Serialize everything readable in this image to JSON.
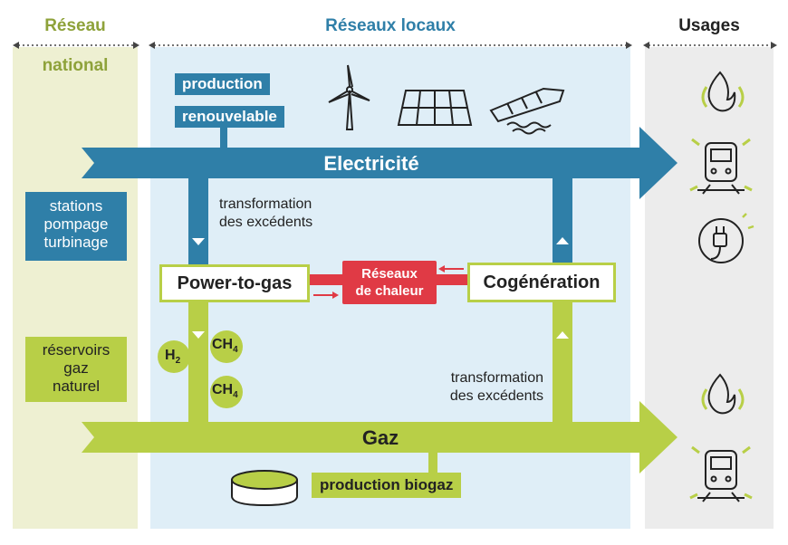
{
  "columns": {
    "national_line1": "Réseau",
    "national_line2": "national",
    "local": "Réseaux locaux",
    "usages": "Usages"
  },
  "electricity": {
    "label": "Electricité"
  },
  "gas": {
    "label": "Gaz"
  },
  "renewable": {
    "line1": "production",
    "line2": "renouvelable"
  },
  "storage_pumping": {
    "line1": "stations",
    "line2": "pompage",
    "line3": "turbinage"
  },
  "gas_reservoirs": {
    "line1": "réservoirs",
    "line2": "gaz",
    "line3": "naturel"
  },
  "excess_top": {
    "line1": "transformation",
    "line2": "des excédents"
  },
  "excess_bottom": {
    "line1": "transformation",
    "line2": "des excédents"
  },
  "power_to_gas": "Power-to-gas",
  "heat_networks": {
    "line1": "Réseaux",
    "line2": "de chaleur"
  },
  "cogeneration": "Cogénération",
  "molecules": {
    "h2": "H",
    "h2_sub": "2",
    "ch4_a": "CH",
    "ch4_a_sub": "4",
    "ch4_b": "CH",
    "ch4_b_sub": "4"
  },
  "biogas": {
    "label": "production biogaz"
  },
  "icons": [
    "wind-turbine-icon",
    "solar-panel-icon",
    "wave-energy-icon",
    "flame-icon",
    "train-icon",
    "plug-icon",
    "flame-icon",
    "train-icon",
    "biogas-tank-icon"
  ],
  "colors": {
    "electric": "#2f7fa8",
    "gas": "#b8cf47",
    "heat": "#e03a45",
    "national_bg": "#eef0d2",
    "local_bg": "#dfeef7",
    "usages_bg": "#ececec",
    "national_text": "#8ea23a",
    "local_text": "#2f7fa8"
  }
}
